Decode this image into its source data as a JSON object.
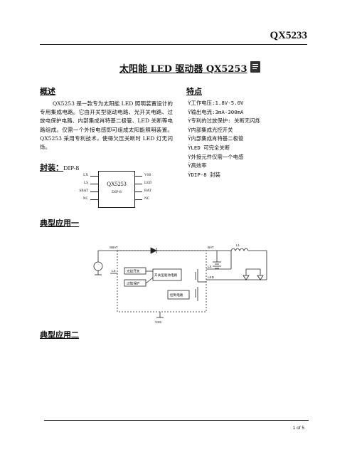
{
  "header": {
    "part_number": "QX5233"
  },
  "title": "太阳能 LED 驱动器 QX5253",
  "overview": {
    "heading": "概述",
    "body": "QX5253 是一款专为太阳能 LED 照明装置设计的专用集成电路。它由开关型驱动电路、光开关电路、过放电保护电路、内部集成肖特基二极管、LED 关断等电路组成。仅需一个外接电感即可组成太阳能照明装置。QX5253 采用专利技术，使得欠压关断时 LED 灯无闪烁。"
  },
  "features": {
    "heading": "特点",
    "items": [
      "Ÿ工作电压:1.8V-5.0V",
      "Ÿ输出电流:3mA-300mA",
      "Ÿ专利的过放保护: 关断无闪烁",
      "Ÿ内部集成光控开关",
      "Ÿ内部集成肖特基二极管",
      "ŸLED 可完全关断",
      "Ÿ外接元件仅需一个电感",
      "Ÿ高效率",
      "ŸDIP-8 封装"
    ]
  },
  "package": {
    "heading": "封装：",
    "type": "DIP-8",
    "chip_name": "QX5253",
    "chip_package": "DIP-8",
    "left_pins": [
      "LX",
      "LS",
      "SBAT",
      "NC"
    ],
    "right_pins": [
      "VSS",
      "LED",
      "BAT",
      "NC"
    ]
  },
  "app1": {
    "heading": "典型应用一",
    "labels": {
      "sbat": "SBAT",
      "ls": "LS",
      "bat": "BAT",
      "lx": "LX",
      "led": "LED",
      "vss": "VSS",
      "l1": "L1",
      "block_light": "光控开关",
      "block_ovp": "过放保护",
      "block_drv": "开关型驱动电路",
      "block_ctrl": "控制电路"
    }
  },
  "app2": {
    "heading": "典型应用二"
  },
  "footer": {
    "page": "1 of 5"
  }
}
